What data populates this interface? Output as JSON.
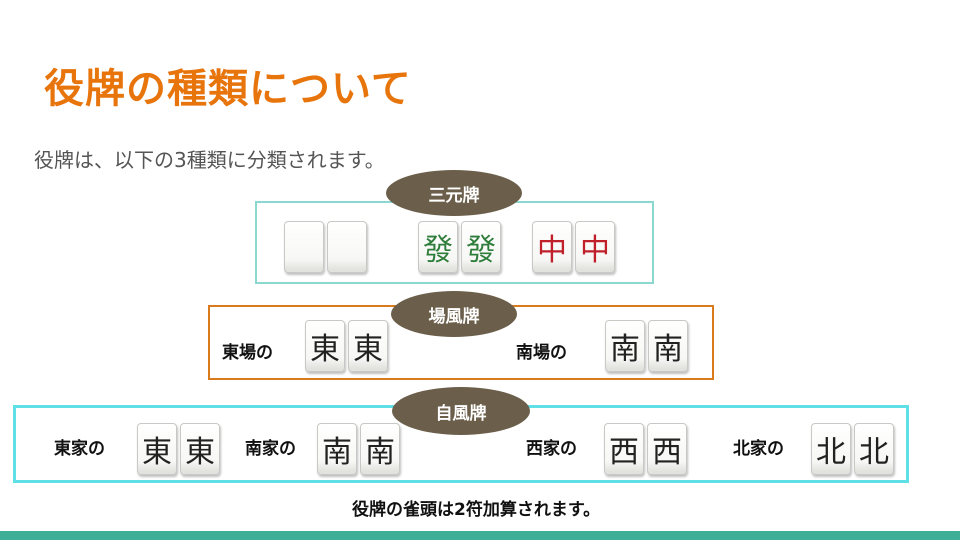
{
  "title": "役牌の種類について",
  "subtitle": "役牌は、以下の3種類に分類されます。",
  "sangenpai": {
    "label": "三元牌",
    "tiles": [
      {
        "glyph": "",
        "name": "haku",
        "color": "#222222"
      },
      {
        "glyph": "",
        "name": "haku",
        "color": "#222222"
      },
      {
        "glyph": "發",
        "name": "hatsu",
        "color": "#2e7d3a"
      },
      {
        "glyph": "發",
        "name": "hatsu",
        "color": "#2e7d3a"
      },
      {
        "glyph": "中",
        "name": "chun",
        "color": "#c0202a"
      },
      {
        "glyph": "中",
        "name": "chun",
        "color": "#c0202a"
      }
    ]
  },
  "bakaze": {
    "label": "場風牌",
    "groups": [
      {
        "caption": "東場の",
        "tile": "東"
      },
      {
        "caption": "南場の",
        "tile": "南"
      }
    ]
  },
  "jikaze": {
    "label": "自風牌",
    "groups": [
      {
        "caption": "東家の",
        "tile": "東"
      },
      {
        "caption": "南家の",
        "tile": "南"
      },
      {
        "caption": "西家の",
        "tile": "西"
      },
      {
        "caption": "北家の",
        "tile": "北"
      }
    ]
  },
  "note": "役牌の雀頭は2符加算されます。",
  "colors": {
    "title": "#e8740c",
    "pill": "#6b5e4a",
    "sangen_border": "#8ad8cf",
    "bakaze_border": "#d97a1c",
    "jikaze_border": "#5fe0e6",
    "footer": "#3fae96"
  }
}
